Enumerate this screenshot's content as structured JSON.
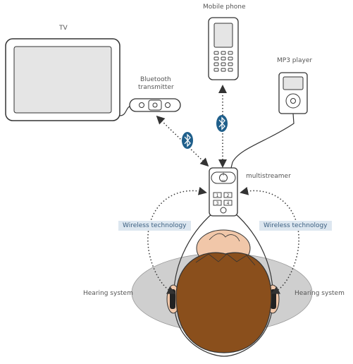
{
  "labels": {
    "tv": "TV",
    "mobile_phone": "Mobile phone",
    "mp3_player": "MP3 player",
    "bluetooth_transmitter_line1": "Bluetooth",
    "bluetooth_transmitter_line2": "transmitter",
    "multistreamer": "multistreamer",
    "wireless_left": "Wireless technology",
    "wireless_right": "Wireless technology",
    "hearing_left": "Hearing system",
    "hearing_right": "Hearing system"
  },
  "keypad": {
    "plus": "+",
    "minus": "−",
    "keys": [
      "1",
      "2",
      "3",
      "4"
    ]
  },
  "icons": {
    "bluetooth_left": "bluetooth-icon",
    "bluetooth_center": "bluetooth-icon"
  },
  "colors": {
    "bluetooth_badge": "#1f5f8b",
    "wireless_badge_bg": "#dde7f0",
    "wireless_badge_text": "#3b5f80",
    "head": "#8a4f1c",
    "skin": "#f1c7a9",
    "field": "#cfcfcf"
  }
}
